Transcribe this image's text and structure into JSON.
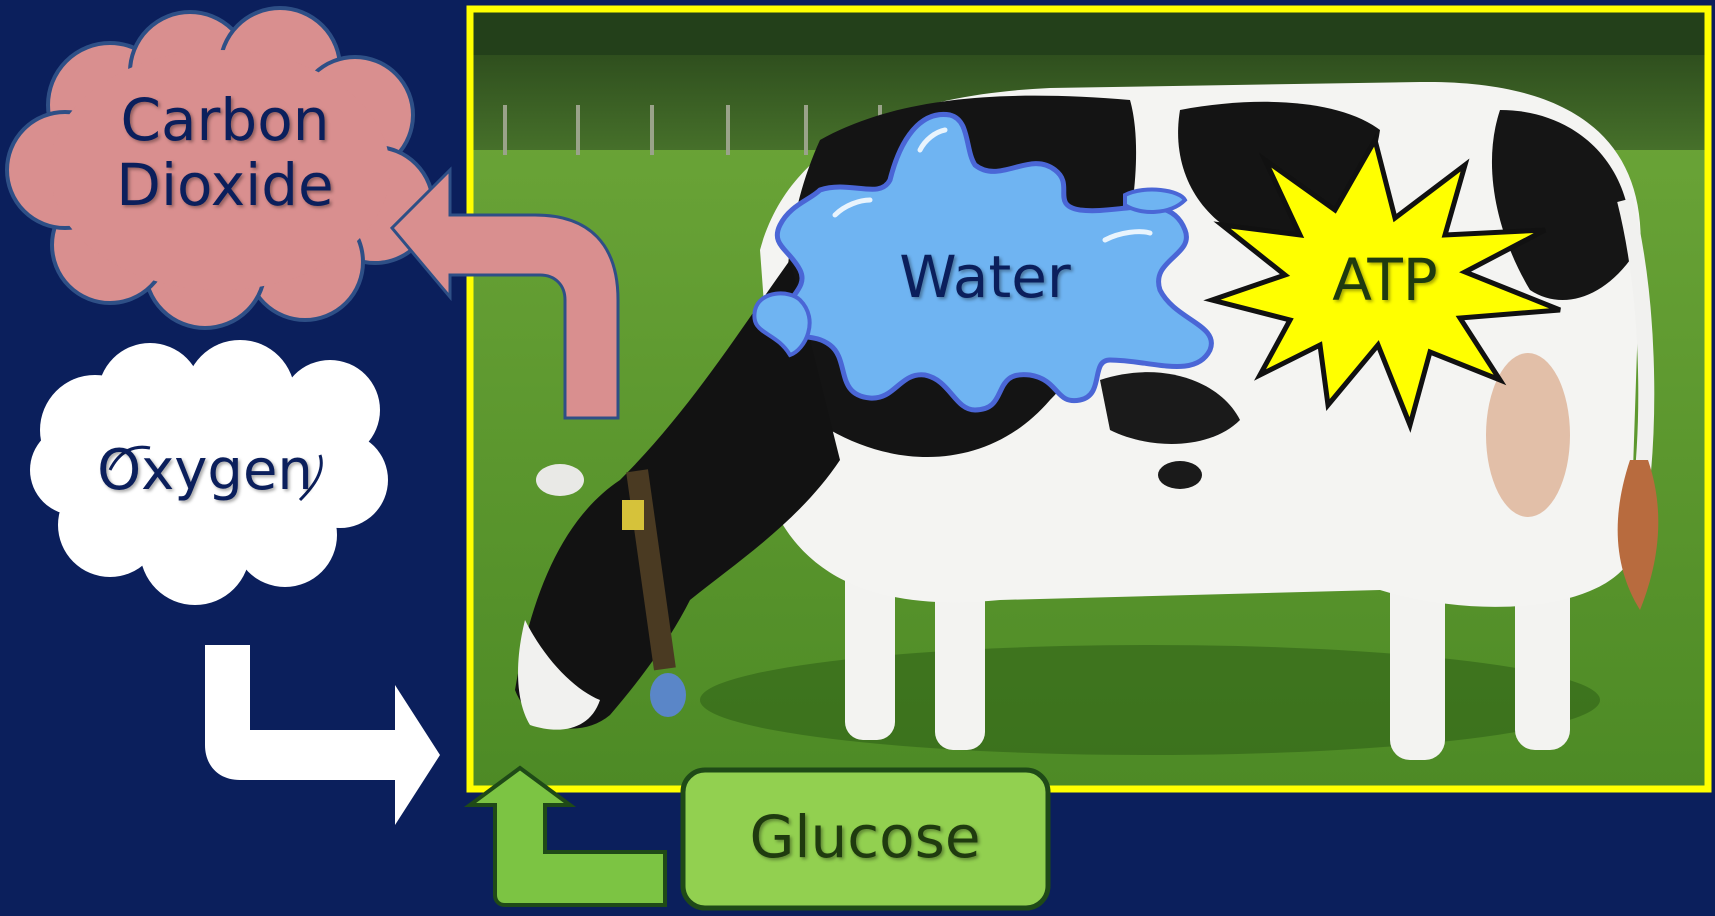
{
  "labels": {
    "carbon_dioxide_line1": "Carbon",
    "carbon_dioxide_line2": "Dioxide",
    "oxygen": "Oxygen",
    "water": "Water",
    "atp": "ATP",
    "glucose": "Glucose"
  },
  "colors": {
    "background": "#0b1f5c",
    "photo_border": "#ffff00",
    "co2_cloud": "#d98f8f",
    "co2_arrow": "#d98f8f",
    "oxygen_cloud": "#ffffff",
    "oxygen_arrow": "#ffffff",
    "water_splash": "#6fb4f2",
    "atp_star": "#ffff00",
    "glucose_box": "#92d050",
    "glucose_arrow": "#7cc443",
    "text_dark": "#0b1f5c",
    "text_green": "#1f3b0f"
  },
  "icons": {
    "photo": "cow-grazing-photo",
    "co2": "cloud-shape",
    "oxygen": "cloud-shape",
    "water": "splash-shape",
    "atp": "explosion-star-shape",
    "glucose": "rounded-box"
  }
}
